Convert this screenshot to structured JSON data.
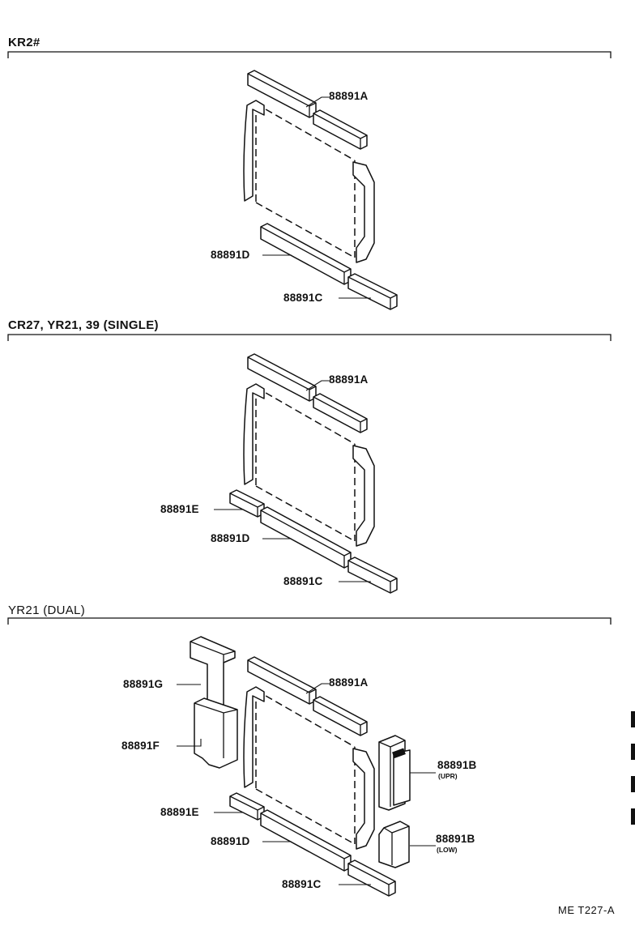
{
  "sections": [
    {
      "title": "KR2#",
      "labels": [
        {
          "code": "88891A"
        },
        {
          "code": "88891D"
        },
        {
          "code": "88891C"
        }
      ]
    },
    {
      "title": "CR27, YR21, 39 (SINGLE)",
      "labels": [
        {
          "code": "88891A"
        },
        {
          "code": "88891E"
        },
        {
          "code": "88891D"
        },
        {
          "code": "88891C"
        }
      ]
    },
    {
      "title": "YR21 (DUAL)",
      "labels": [
        {
          "code": "88891G"
        },
        {
          "code": "88891A"
        },
        {
          "code": "88891F"
        },
        {
          "code": "88891B",
          "note": "(UPR)"
        },
        {
          "code": "88891E"
        },
        {
          "code": "88891B",
          "note": "(LOW)"
        },
        {
          "code": "88891D"
        },
        {
          "code": "88891C"
        }
      ]
    }
  ],
  "footer": "ME  T227-A"
}
